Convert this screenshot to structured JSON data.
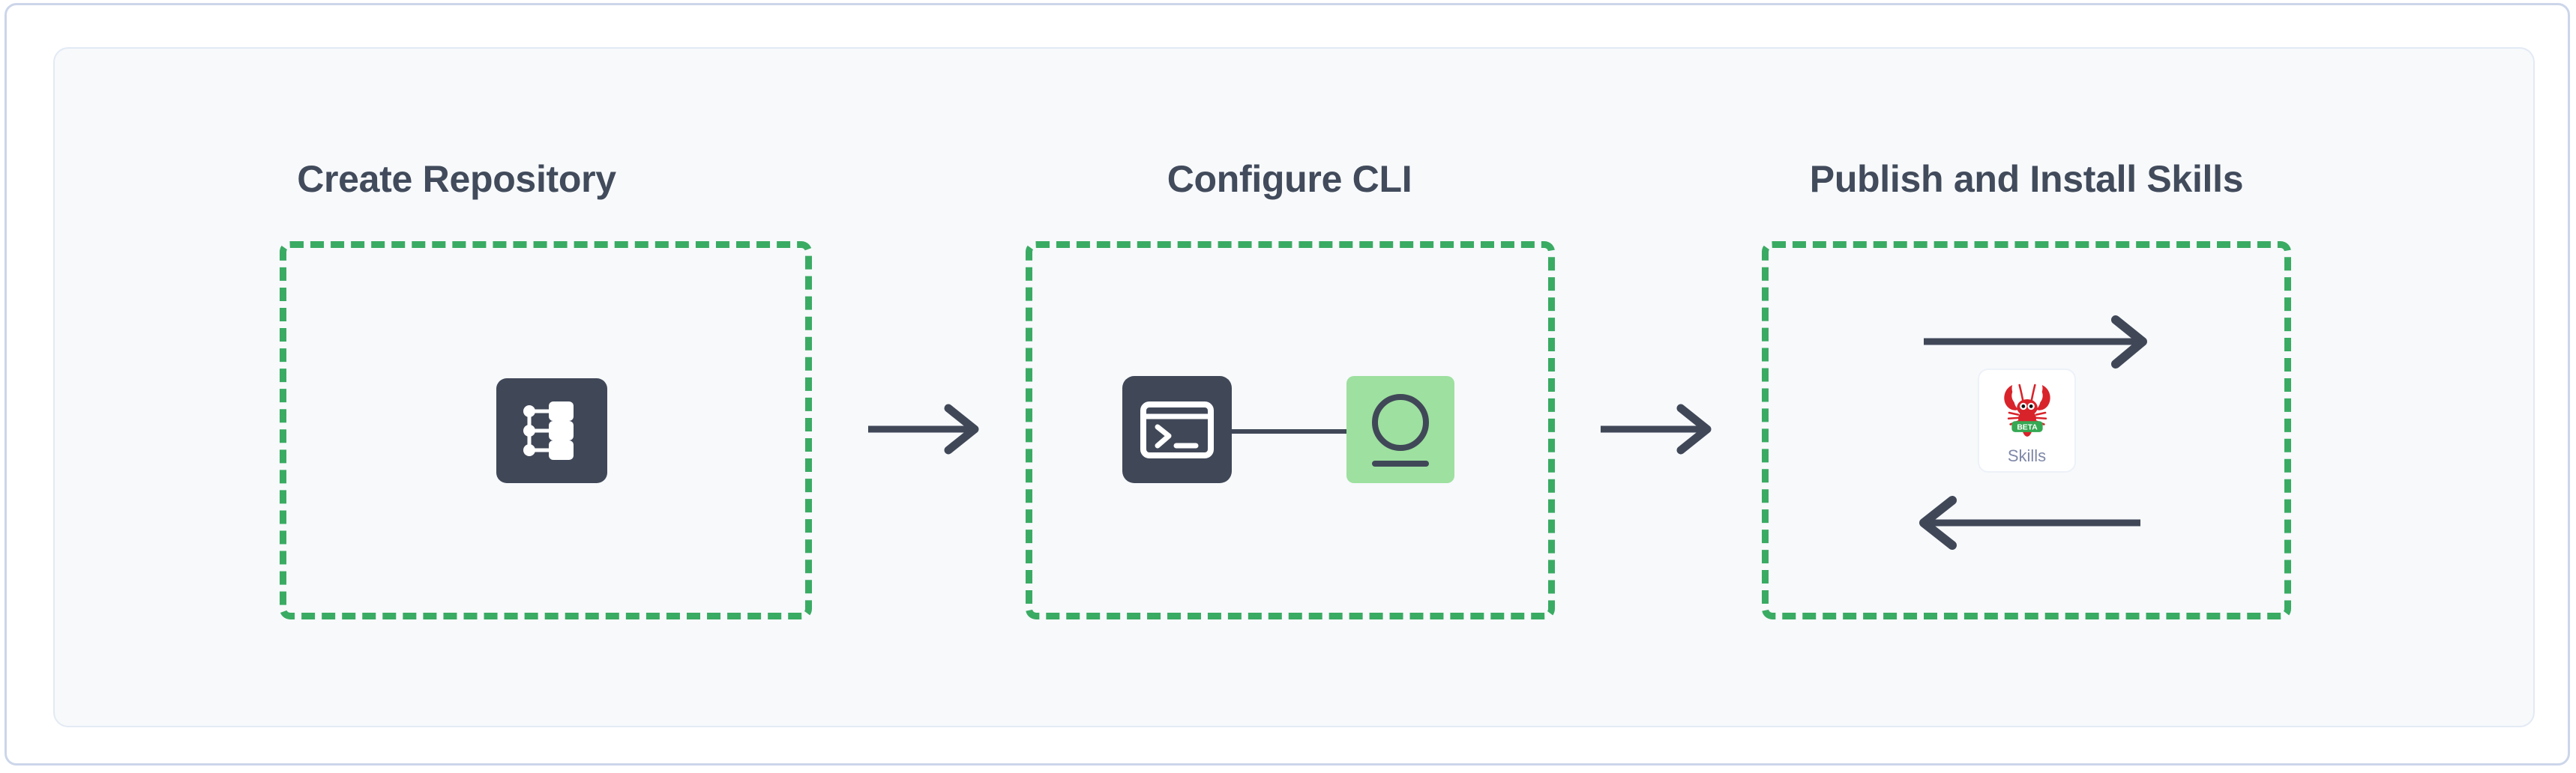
{
  "diagram": {
    "type": "flow",
    "title": "",
    "steps": [
      {
        "id": "create-repository",
        "title": "Create Repository",
        "icons": [
          {
            "name": "repository-tree-icon",
            "shape": "rounded-square",
            "fill": "#404858",
            "glyph": "hierarchy-tree-3-nodes"
          }
        ]
      },
      {
        "id": "configure-cli",
        "title": "Configure CLI",
        "icons": [
          {
            "name": "terminal-icon",
            "shape": "rounded-square",
            "fill": "#404858",
            "glyph": "prompt-chevron-underscore"
          },
          {
            "name": "user-account-icon",
            "shape": "rounded-square",
            "fill": "#9ee09f",
            "glyph": "circle-over-line"
          }
        ],
        "connector": {
          "name": "cli-to-account-link",
          "style": "solid-line",
          "color": "#404858"
        }
      },
      {
        "id": "publish-and-install-skills",
        "title": "Publish and Install Skills",
        "arrows": [
          {
            "name": "publish-arrow",
            "direction": "right"
          },
          {
            "name": "install-arrow",
            "direction": "left"
          }
        ],
        "card": {
          "name": "skills-card",
          "label": "Skills",
          "badge": "BETA",
          "badge_color": "#3aab63",
          "mascot": "lobster",
          "mascot_color": "#d8232a"
        }
      }
    ],
    "connectors": [
      {
        "name": "arrow-step1-to-step2",
        "direction": "right",
        "color": "#404858"
      },
      {
        "name": "arrow-step2-to-step3",
        "direction": "right",
        "color": "#404858"
      }
    ],
    "colors": {
      "accent_green": "#3aab63",
      "tile_green": "#9ee09f",
      "dark_slate": "#404858",
      "title_text": "#414b5b",
      "panel_bg": "#f7f9fb",
      "panel_border": "#e3eaf4",
      "frame_border": "#ccd6ea",
      "lobster_red": "#d8232a",
      "skills_label": "#7f88a8"
    }
  }
}
